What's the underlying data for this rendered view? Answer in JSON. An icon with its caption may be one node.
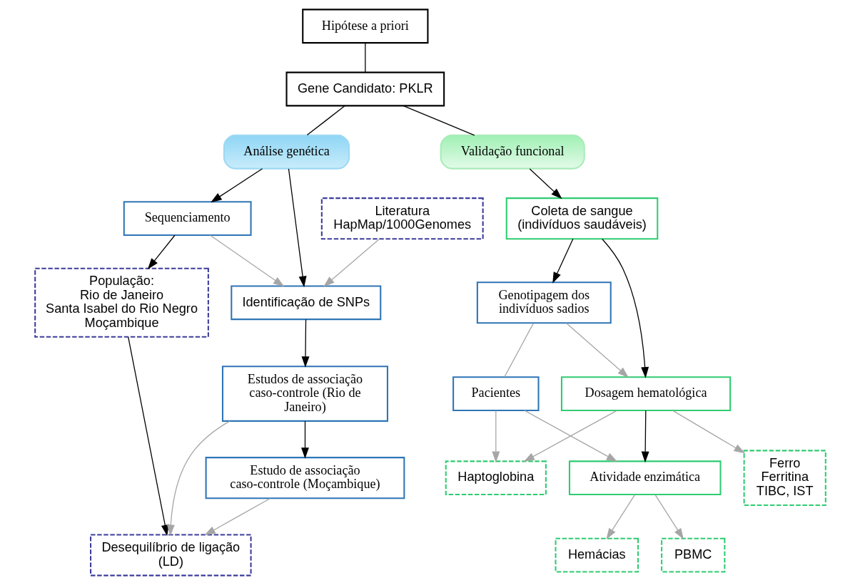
{
  "diagram": {
    "nodes": [
      {
        "text": [
          "Hipótese a priori"
        ]
      },
      {
        "text": [
          "Gene Candidato: PKLR"
        ]
      },
      {
        "text": [
          "Análise genética"
        ]
      },
      {
        "text": [
          "Validação funcional"
        ]
      },
      {
        "text": [
          "Literatura HapMap/1000Genomes"
        ]
      },
      {
        "text": [
          "Sequenciamento"
        ]
      },
      {
        "text": [
          "Identificação de SNPs"
        ]
      },
      {
        "text": [
          "População:",
          "Rio de Janeiro",
          "Santa Isabel do Rio Negro",
          "Moçambique"
        ]
      },
      {
        "text": [
          "Estudos de associação caso-controle (Rio de Janeiro)"
        ]
      },
      {
        "text": [
          "Estudo de associação caso-controle (Moçambique)"
        ]
      },
      {
        "text": [
          "Desequilíbrio de ligação (LD)"
        ]
      },
      {
        "text": [
          "Coleta de sangue (indivíduos saudáveis)"
        ]
      },
      {
        "text": [
          "Genotipagem dos indivíduos sadios"
        ]
      },
      {
        "text": [
          "Dosagem hematológica"
        ]
      },
      {
        "text": [
          "Haptoglobina"
        ]
      },
      {
        "text": [
          "Ferro",
          "Ferritina",
          "TIBC, IST"
        ]
      },
      {
        "text": [
          "Pacientes"
        ]
      },
      {
        "text": [
          "Atividade enzimática"
        ]
      },
      {
        "text": [
          "PBMC"
        ]
      },
      {
        "text": [
          "Hemácias"
        ]
      }
    ],
    "edges": [
      {
        "from": 0,
        "to": 1,
        "arrow": "none"
      },
      {
        "from": 1,
        "to": 2,
        "arrow": "none"
      },
      {
        "from": 1,
        "to": 3,
        "arrow": "none"
      },
      {
        "from": 2,
        "to": 5,
        "arrow": "to"
      },
      {
        "from": 2,
        "to": 6,
        "arrow": "to"
      },
      {
        "from": 4,
        "to": 6,
        "arrow": "to",
        "color": "#a6a6a6"
      },
      {
        "from": 5,
        "to": 6,
        "arrow": "to",
        "color": "#a6a6a6"
      },
      {
        "from": 5,
        "to": 7,
        "arrow": "to"
      },
      {
        "from": 6,
        "to": 8,
        "arrow": "to"
      },
      {
        "from": 8,
        "to": 9,
        "arrow": "to"
      },
      {
        "from": 7,
        "to": 10,
        "arrow": "to"
      },
      {
        "from": 8,
        "to": 10,
        "arrow": "to",
        "color": "#a6a6a6"
      },
      {
        "from": 9,
        "to": 10,
        "arrow": "to",
        "color": "#a6a6a6"
      },
      {
        "from": 3,
        "to": 11,
        "arrow": "to"
      },
      {
        "from": 11,
        "to": 12,
        "arrow": "to"
      },
      {
        "from": 11,
        "to": 13,
        "arrow": "to"
      },
      {
        "from": 12,
        "to": 13,
        "arrow": "to",
        "color": "#a6a6a6"
      },
      {
        "from": 13,
        "to": 14,
        "arrow": "to",
        "color": "#a6a6a6"
      },
      {
        "from": 13,
        "to": 15,
        "arrow": "to",
        "color": "#a6a6a6"
      },
      {
        "from": 13,
        "to": 17,
        "arrow": "to"
      },
      {
        "from": 12,
        "to": 16,
        "arrow": "none",
        "color": "#a6a6a6"
      },
      {
        "from": 16,
        "to": 14,
        "arrow": "to",
        "color": "#a6a6a6"
      },
      {
        "from": 16,
        "to": 17,
        "arrow": "to",
        "color": "#a6a6a6"
      },
      {
        "from": 17,
        "to": 18,
        "arrow": "to",
        "color": "#a6a6a6"
      },
      {
        "from": 17,
        "to": 19,
        "arrow": "to",
        "color": "#a6a6a6"
      }
    ]
  }
}
